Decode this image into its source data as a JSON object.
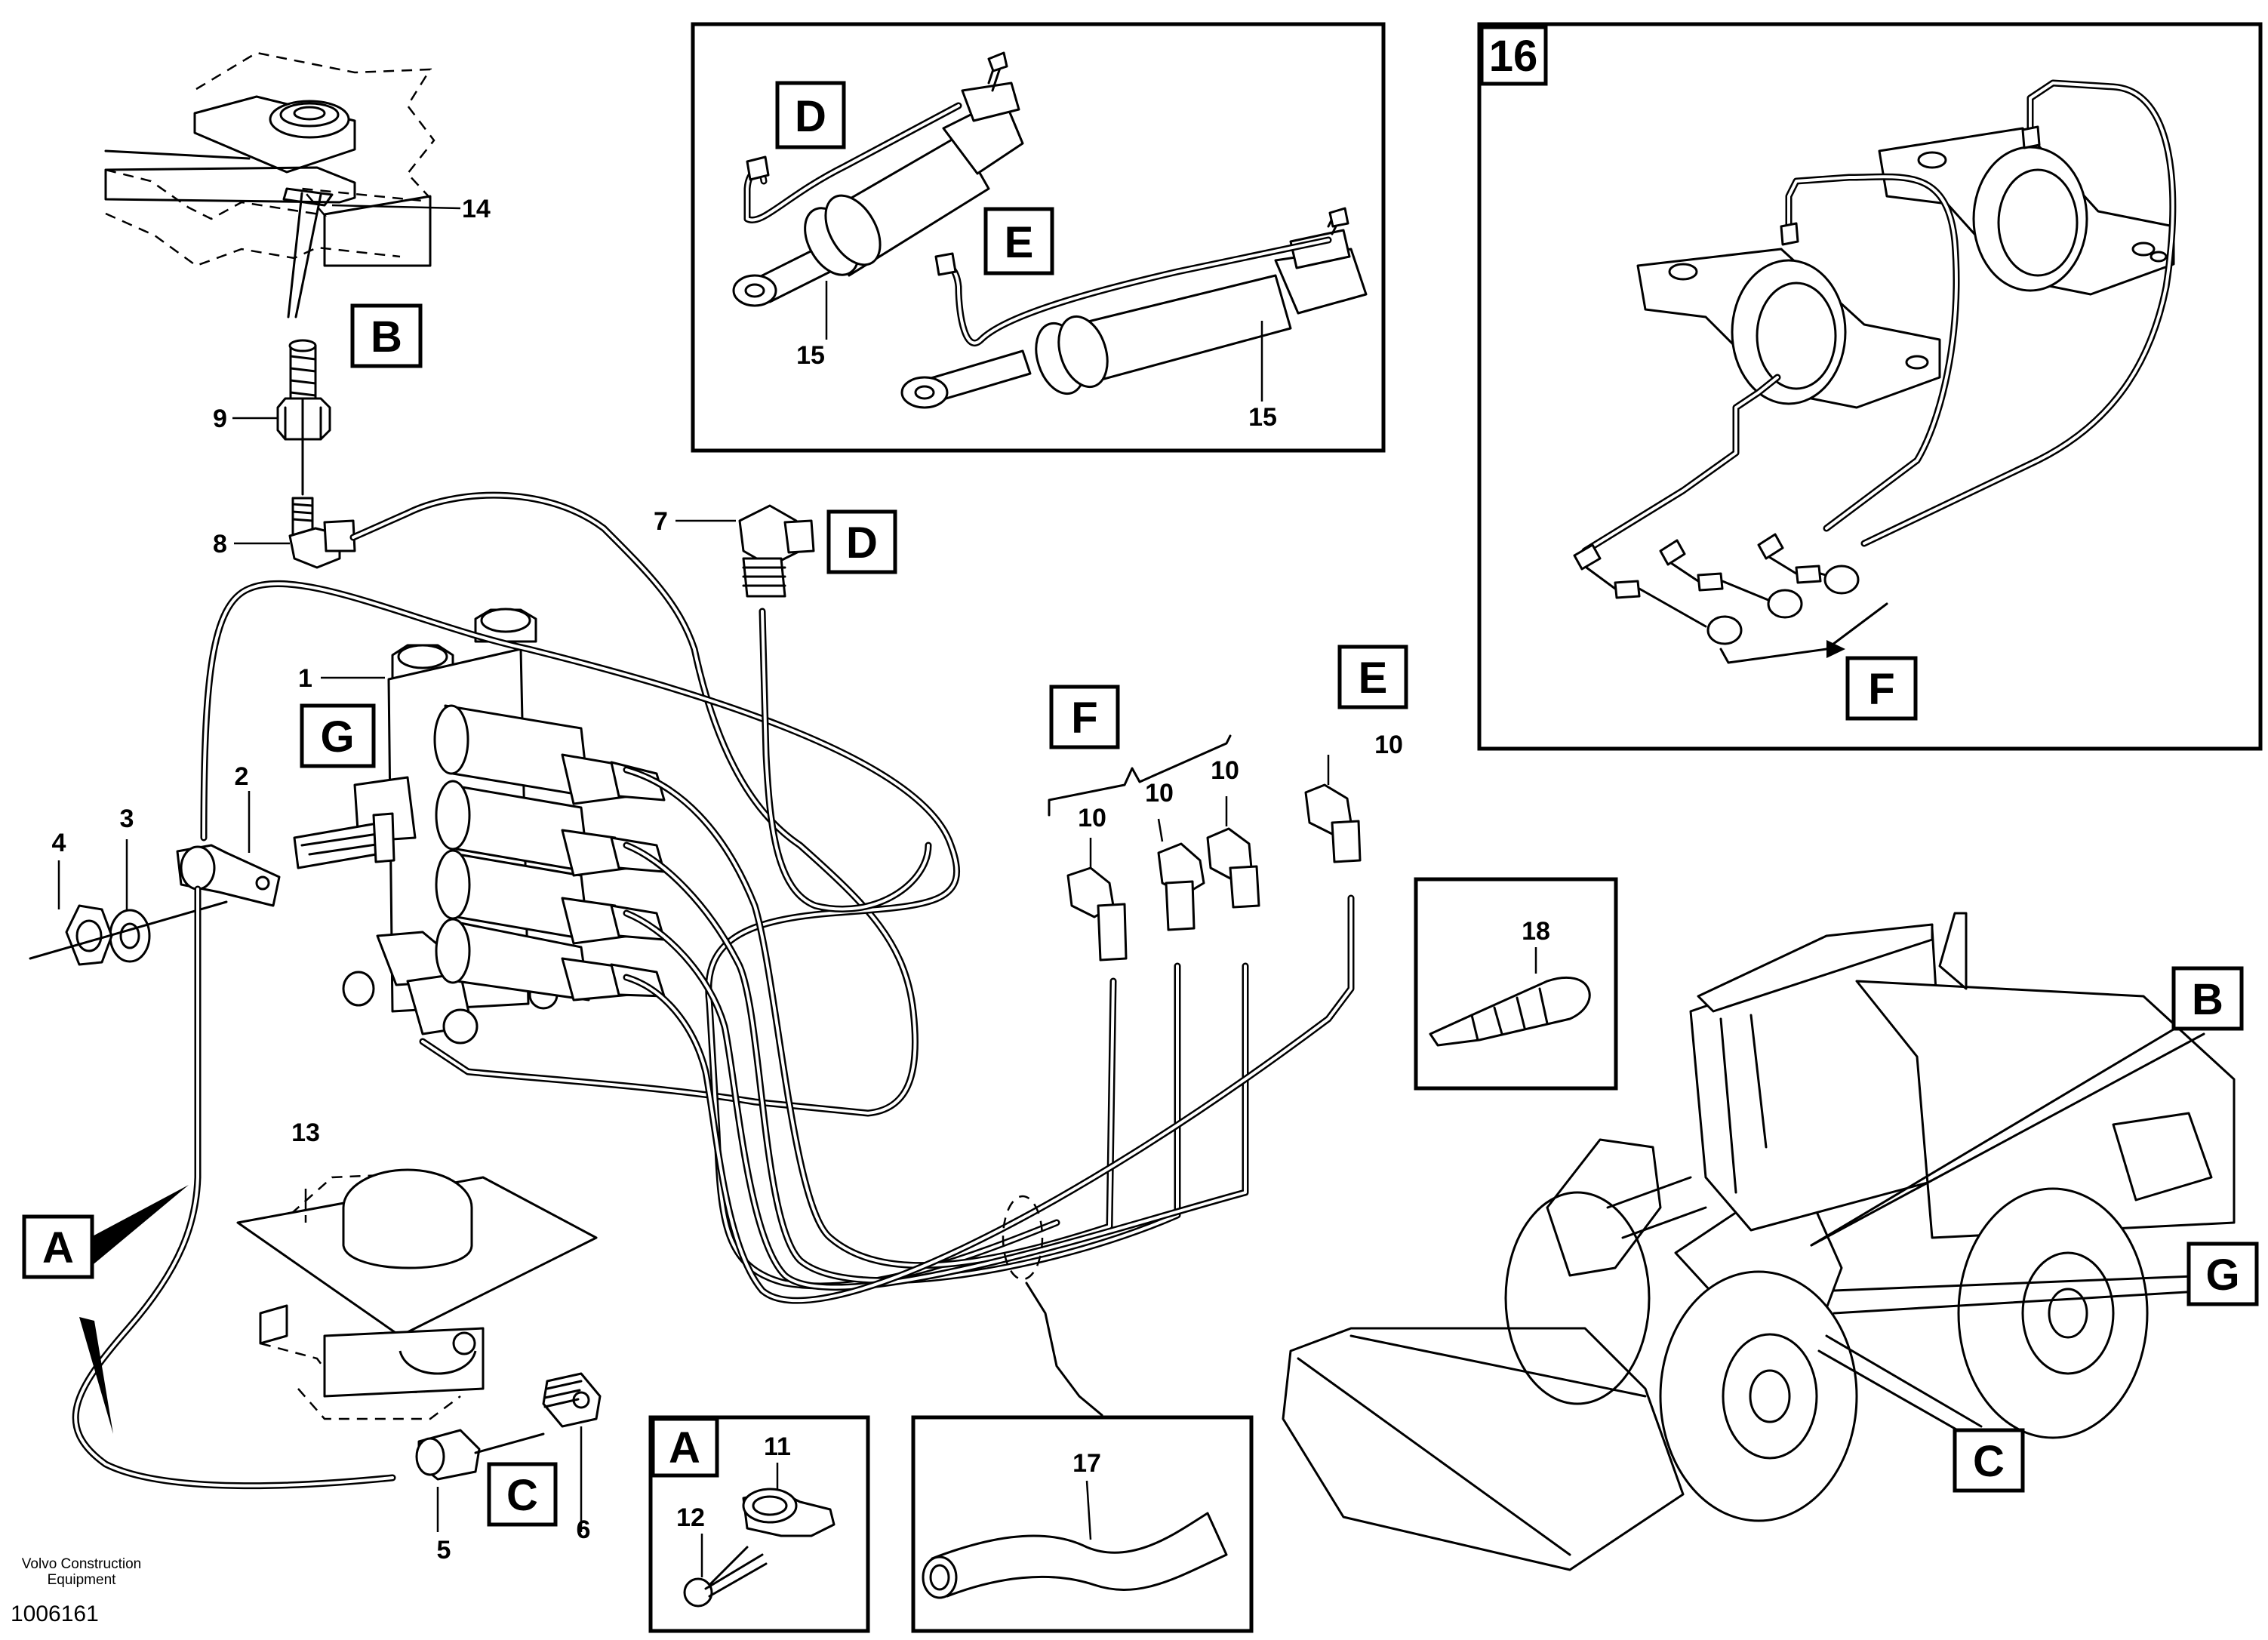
{
  "callouts": {
    "n1": "1",
    "n2": "2",
    "n3": "3",
    "n4": "4",
    "n5": "5",
    "n6": "6",
    "n7": "7",
    "n8": "8",
    "n9": "9",
    "n10": "10",
    "n11": "11",
    "n12": "12",
    "n13": "13",
    "n14": "14",
    "n15": "15",
    "n16": "16",
    "n17": "17",
    "n18": "18"
  },
  "letters": {
    "a": "A",
    "b": "B",
    "c": "C",
    "d": "D",
    "e": "E",
    "f": "F",
    "g": "G"
  },
  "footer": {
    "publisher_line1": "Volvo Construction",
    "publisher_line2": "Equipment",
    "figure_number": "1006161"
  }
}
